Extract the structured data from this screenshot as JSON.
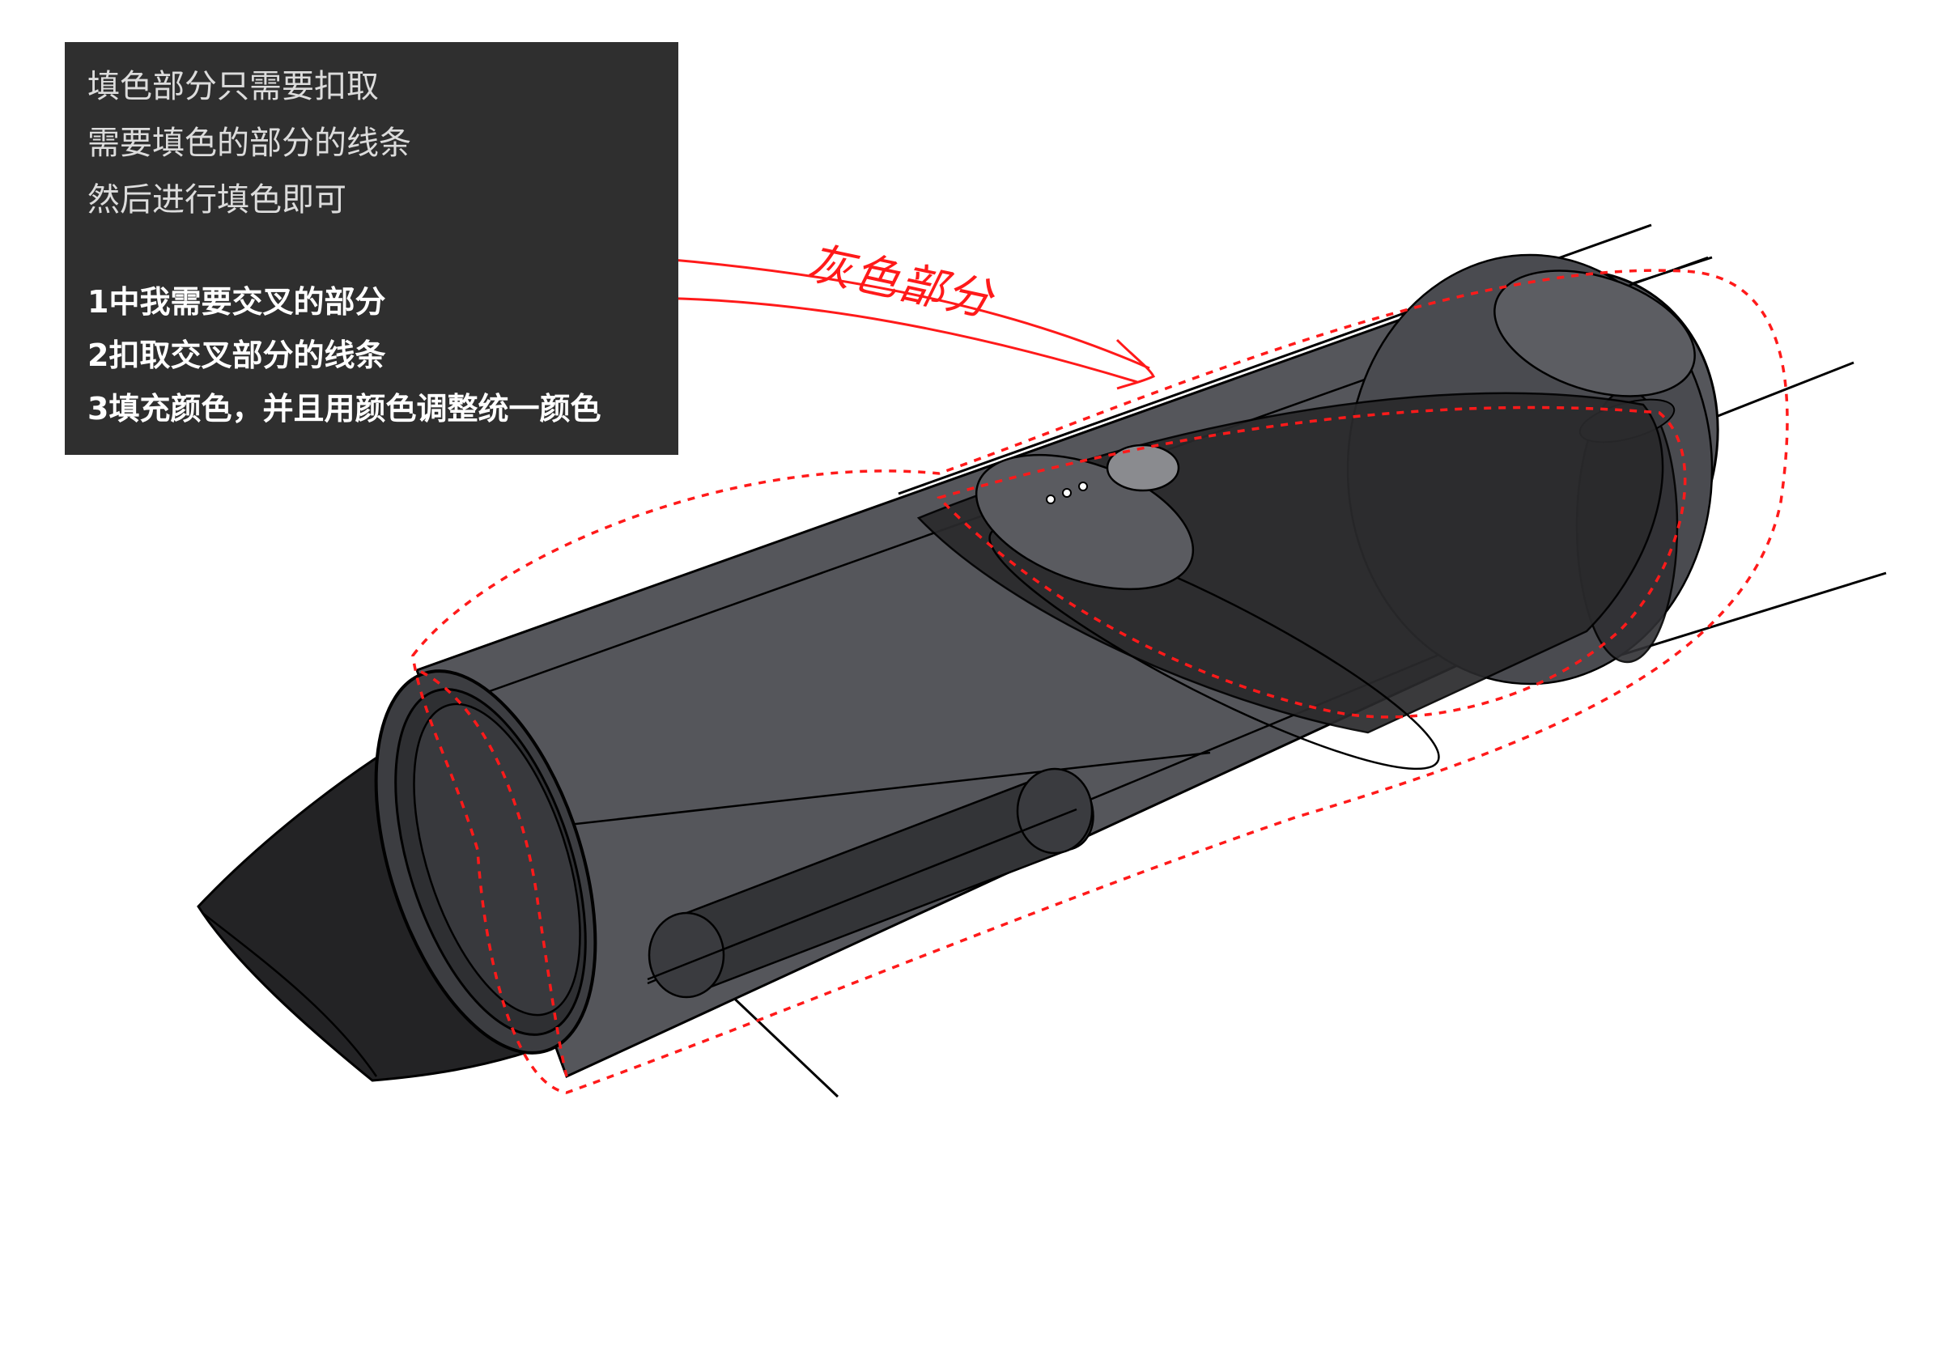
{
  "instructions": {
    "lines": [
      "填色部分只需要扣取",
      "需要填色的部分的线条",
      "然后进行填色即可"
    ],
    "steps": [
      "1中我需要交叉的部分",
      "2扣取交叉部分的线条",
      "3填充颜色，并且用颜色调整统一颜色"
    ]
  },
  "annotation": {
    "label": "灰色部分",
    "color": "#ff1a1a"
  },
  "colors": {
    "panel_bg": "#2f2f2f",
    "body_fill": "#55565b",
    "dark_fill": "#2a2a2c",
    "tip_fill": "#232325",
    "line": "#000000",
    "highlight": "#ff1a1a"
  }
}
